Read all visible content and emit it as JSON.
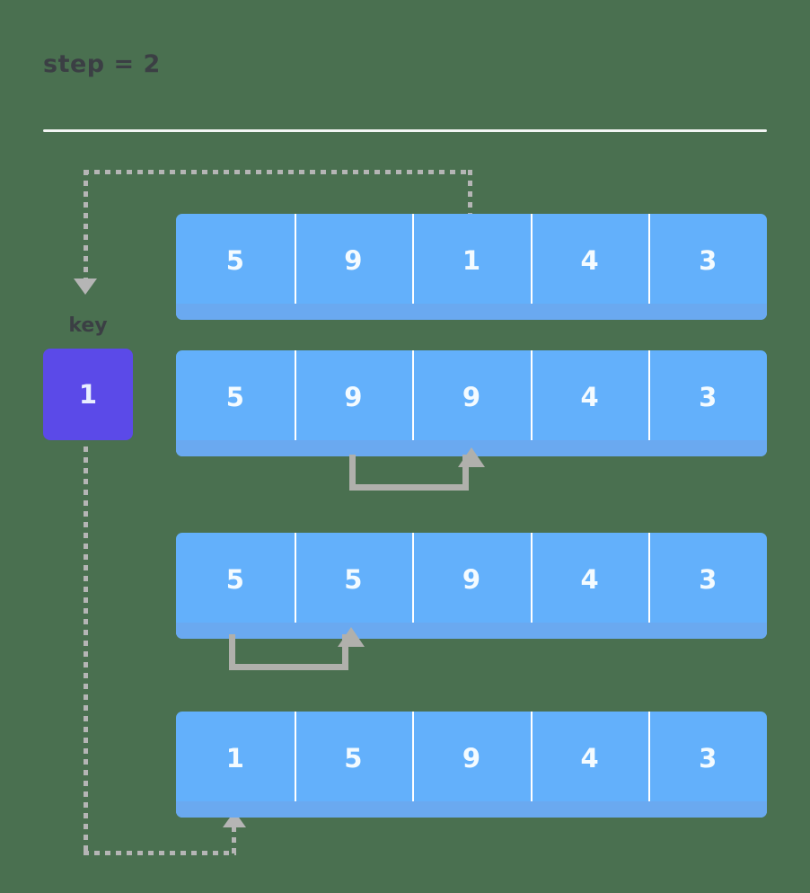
{
  "header": {
    "title": "step = 2",
    "divider": true
  },
  "key": {
    "label": "key",
    "value": "1",
    "color": "#5b4ae8"
  },
  "colors": {
    "background": "#4a7050",
    "cell": "#63b0fb",
    "cell_shadow": "#6aa9f0",
    "cell_text": "#f4fbff",
    "connector": "#b0b0ac",
    "dotted": "#b5b5b5",
    "title_text": "#3b3f44",
    "divider": "#f2f5f3"
  },
  "rows": [
    {
      "name": "row-initial",
      "cells": [
        "5",
        "9",
        "1",
        "4",
        "3"
      ]
    },
    {
      "name": "row-shift-1",
      "cells": [
        "5",
        "9",
        "9",
        "4",
        "3"
      ]
    },
    {
      "name": "row-shift-2",
      "cells": [
        "5",
        "5",
        "9",
        "4",
        "3"
      ]
    },
    {
      "name": "row-inserted",
      "cells": [
        "1",
        "5",
        "9",
        "4",
        "3"
      ]
    }
  ],
  "connectors": {
    "top_path_label": "key-extracted-from-index-2",
    "bottom_path_label": "key-inserted-at-index-0",
    "bracket_1_label": "shift-index-1-to-index-2",
    "bracket_2_label": "shift-index-0-to-index-1"
  }
}
